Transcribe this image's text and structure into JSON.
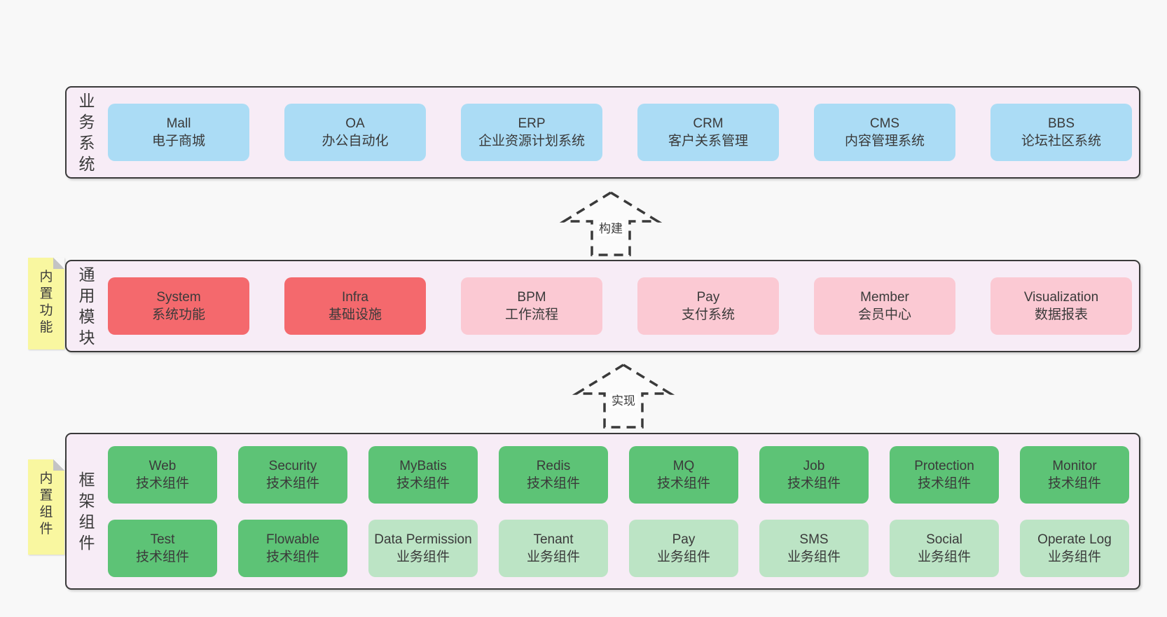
{
  "colors": {
    "page-bg": "#f8f8f8",
    "band-bg": "#f7ecf6",
    "band-border": "#3a3a3a",
    "box-blue": "#abdcf5",
    "box-red": "#f4696d",
    "box-pink": "#fbc9d3",
    "box-green-dark": "#5dc376",
    "box-green-light": "#bce4c5",
    "sticky-yellow": "#f9f7a0",
    "sticky-fold": "#c4c4c4",
    "text": "#3a3a3a",
    "arrow": "#3a3a3a",
    "arrow-fill": "#fbfbfb",
    "label-bg": "#ffffff"
  },
  "arrows": [
    {
      "label": "构建"
    },
    {
      "label": "实现"
    }
  ],
  "bands": [
    {
      "label": "业务系统",
      "boxes": [
        {
          "name": "Mall",
          "desc": "电子商城",
          "variant": "blue"
        },
        {
          "name": "OA",
          "desc": "办公自动化",
          "variant": "blue"
        },
        {
          "name": "ERP",
          "desc": "企业资源计划系统",
          "variant": "blue"
        },
        {
          "name": "CRM",
          "desc": "客户关系管理",
          "variant": "blue"
        },
        {
          "name": "CMS",
          "desc": "内容管理系统",
          "variant": "blue"
        },
        {
          "name": "BBS",
          "desc": "论坛社区系统",
          "variant": "blue"
        }
      ]
    },
    {
      "label": "通用模块",
      "sticky": "内置功能",
      "boxes": [
        {
          "name": "System",
          "desc": "系统功能",
          "variant": "red"
        },
        {
          "name": "Infra",
          "desc": "基础设施",
          "variant": "red"
        },
        {
          "name": "BPM",
          "desc": "工作流程",
          "variant": "pink"
        },
        {
          "name": "Pay",
          "desc": "支付系统",
          "variant": "pink"
        },
        {
          "name": "Member",
          "desc": "会员中心",
          "variant": "pink"
        },
        {
          "name": "Visualization",
          "desc": "数据报表",
          "variant": "pink"
        }
      ]
    },
    {
      "label": "框架组件",
      "sticky": "内置组件",
      "rows": [
        [
          {
            "name": "Web",
            "desc": "技术组件",
            "variant": "green-dark"
          },
          {
            "name": "Security",
            "desc": "技术组件",
            "variant": "green-dark"
          },
          {
            "name": "MyBatis",
            "desc": "技术组件",
            "variant": "green-dark"
          },
          {
            "name": "Redis",
            "desc": "技术组件",
            "variant": "green-dark"
          },
          {
            "name": "MQ",
            "desc": "技术组件",
            "variant": "green-dark"
          },
          {
            "name": "Job",
            "desc": "技术组件",
            "variant": "green-dark"
          },
          {
            "name": "Protection",
            "desc": "技术组件",
            "variant": "green-dark"
          },
          {
            "name": "Monitor",
            "desc": "技术组件",
            "variant": "green-dark"
          }
        ],
        [
          {
            "name": "Test",
            "desc": "技术组件",
            "variant": "green-dark"
          },
          {
            "name": "Flowable",
            "desc": "技术组件",
            "variant": "green-dark"
          },
          {
            "name": "Data Permission",
            "desc": "业务组件",
            "variant": "green-light"
          },
          {
            "name": "Tenant",
            "desc": "业务组件",
            "variant": "green-light"
          },
          {
            "name": "Pay",
            "desc": "业务组件",
            "variant": "green-light"
          },
          {
            "name": "SMS",
            "desc": "业务组件",
            "variant": "green-light"
          },
          {
            "name": "Social",
            "desc": "业务组件",
            "variant": "green-light"
          },
          {
            "name": "Operate Log",
            "desc": "业务组件",
            "variant": "green-light"
          }
        ]
      ]
    }
  ]
}
